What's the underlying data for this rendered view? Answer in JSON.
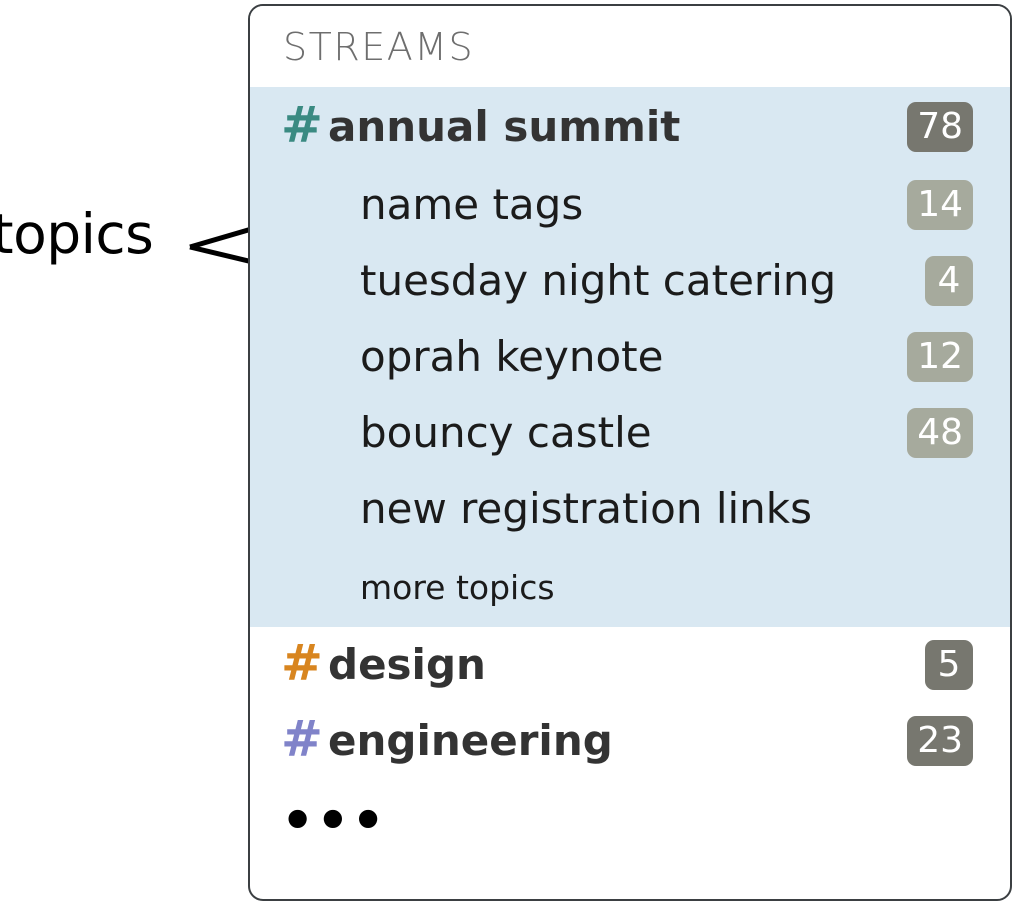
{
  "annotation": {
    "label": "topics",
    "arrow_count": 2,
    "arrow_targets": [
      "name tags",
      "tuesday night catering"
    ]
  },
  "panel": {
    "header": {
      "title": "STREAMS"
    },
    "colors": {
      "highlight_background": "#d9e8f2",
      "panel_background": "#ffffff",
      "panel_border": "#3b3f42",
      "header_text": "#6e6e6e",
      "badge_dark": "#77776f",
      "badge_light": "#a6aa9d",
      "badge_text": "#ffffff",
      "hash_annual_summit": "#3a8a82",
      "hash_design": "#d8851f",
      "hash_engineering": "#8083c9"
    },
    "streams": [
      {
        "name": "annual summit",
        "icon": "hash-icon",
        "hash_color": "#3a8a82",
        "badge": "78",
        "badge_style": "dark",
        "expanded": true,
        "topics": [
          {
            "name": "name tags",
            "badge": "14",
            "badge_style": "light",
            "muted": false
          },
          {
            "name": "tuesday night catering",
            "badge": "4",
            "badge_style": "light",
            "muted": false
          },
          {
            "name": "oprah keynote",
            "badge": "12",
            "badge_style": "light",
            "muted": false
          },
          {
            "name": "bouncy castle",
            "badge": "48",
            "badge_style": "light",
            "muted": false
          },
          {
            "name": "new registration links",
            "badge": "",
            "badge_style": "empty",
            "muted": false
          },
          {
            "name": "more topics",
            "badge": "",
            "badge_style": "empty",
            "muted": true
          }
        ]
      },
      {
        "name": "design",
        "icon": "hash-icon",
        "hash_color": "#d8851f",
        "badge": "5",
        "badge_style": "dark",
        "expanded": false,
        "topics": []
      },
      {
        "name": "engineering",
        "icon": "hash-icon",
        "hash_color": "#8083c9",
        "badge": "23",
        "badge_style": "dark",
        "expanded": false,
        "topics": []
      }
    ],
    "overflow_indicator": "•••",
    "hash_glyph": "#"
  }
}
